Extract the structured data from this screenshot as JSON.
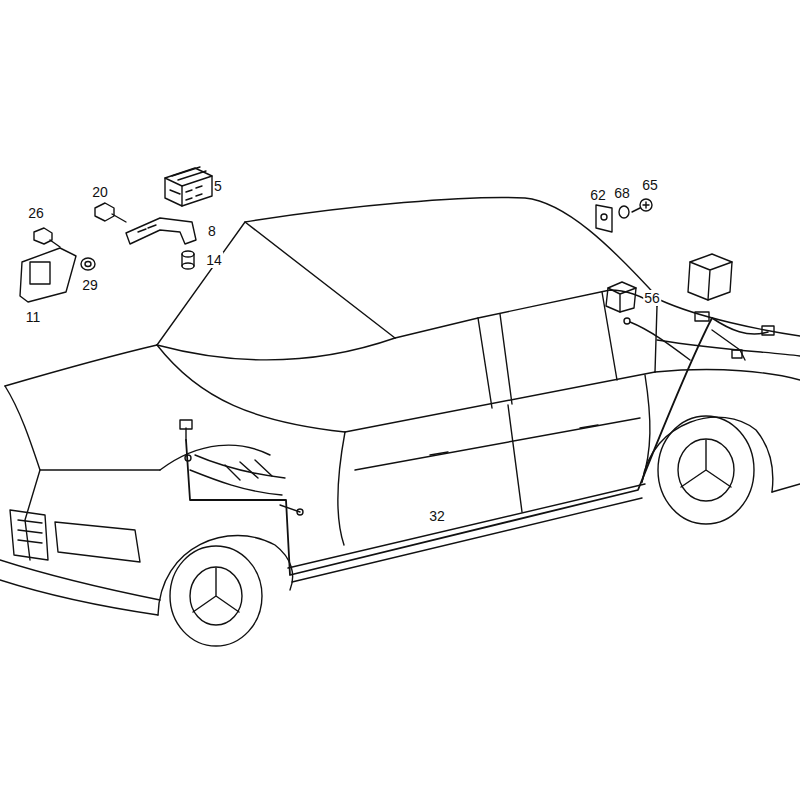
{
  "diagram": {
    "labels": [
      "5",
      "20",
      "26",
      "8",
      "14",
      "29",
      "11",
      "62",
      "68",
      "65",
      "56",
      "32"
    ]
  }
}
